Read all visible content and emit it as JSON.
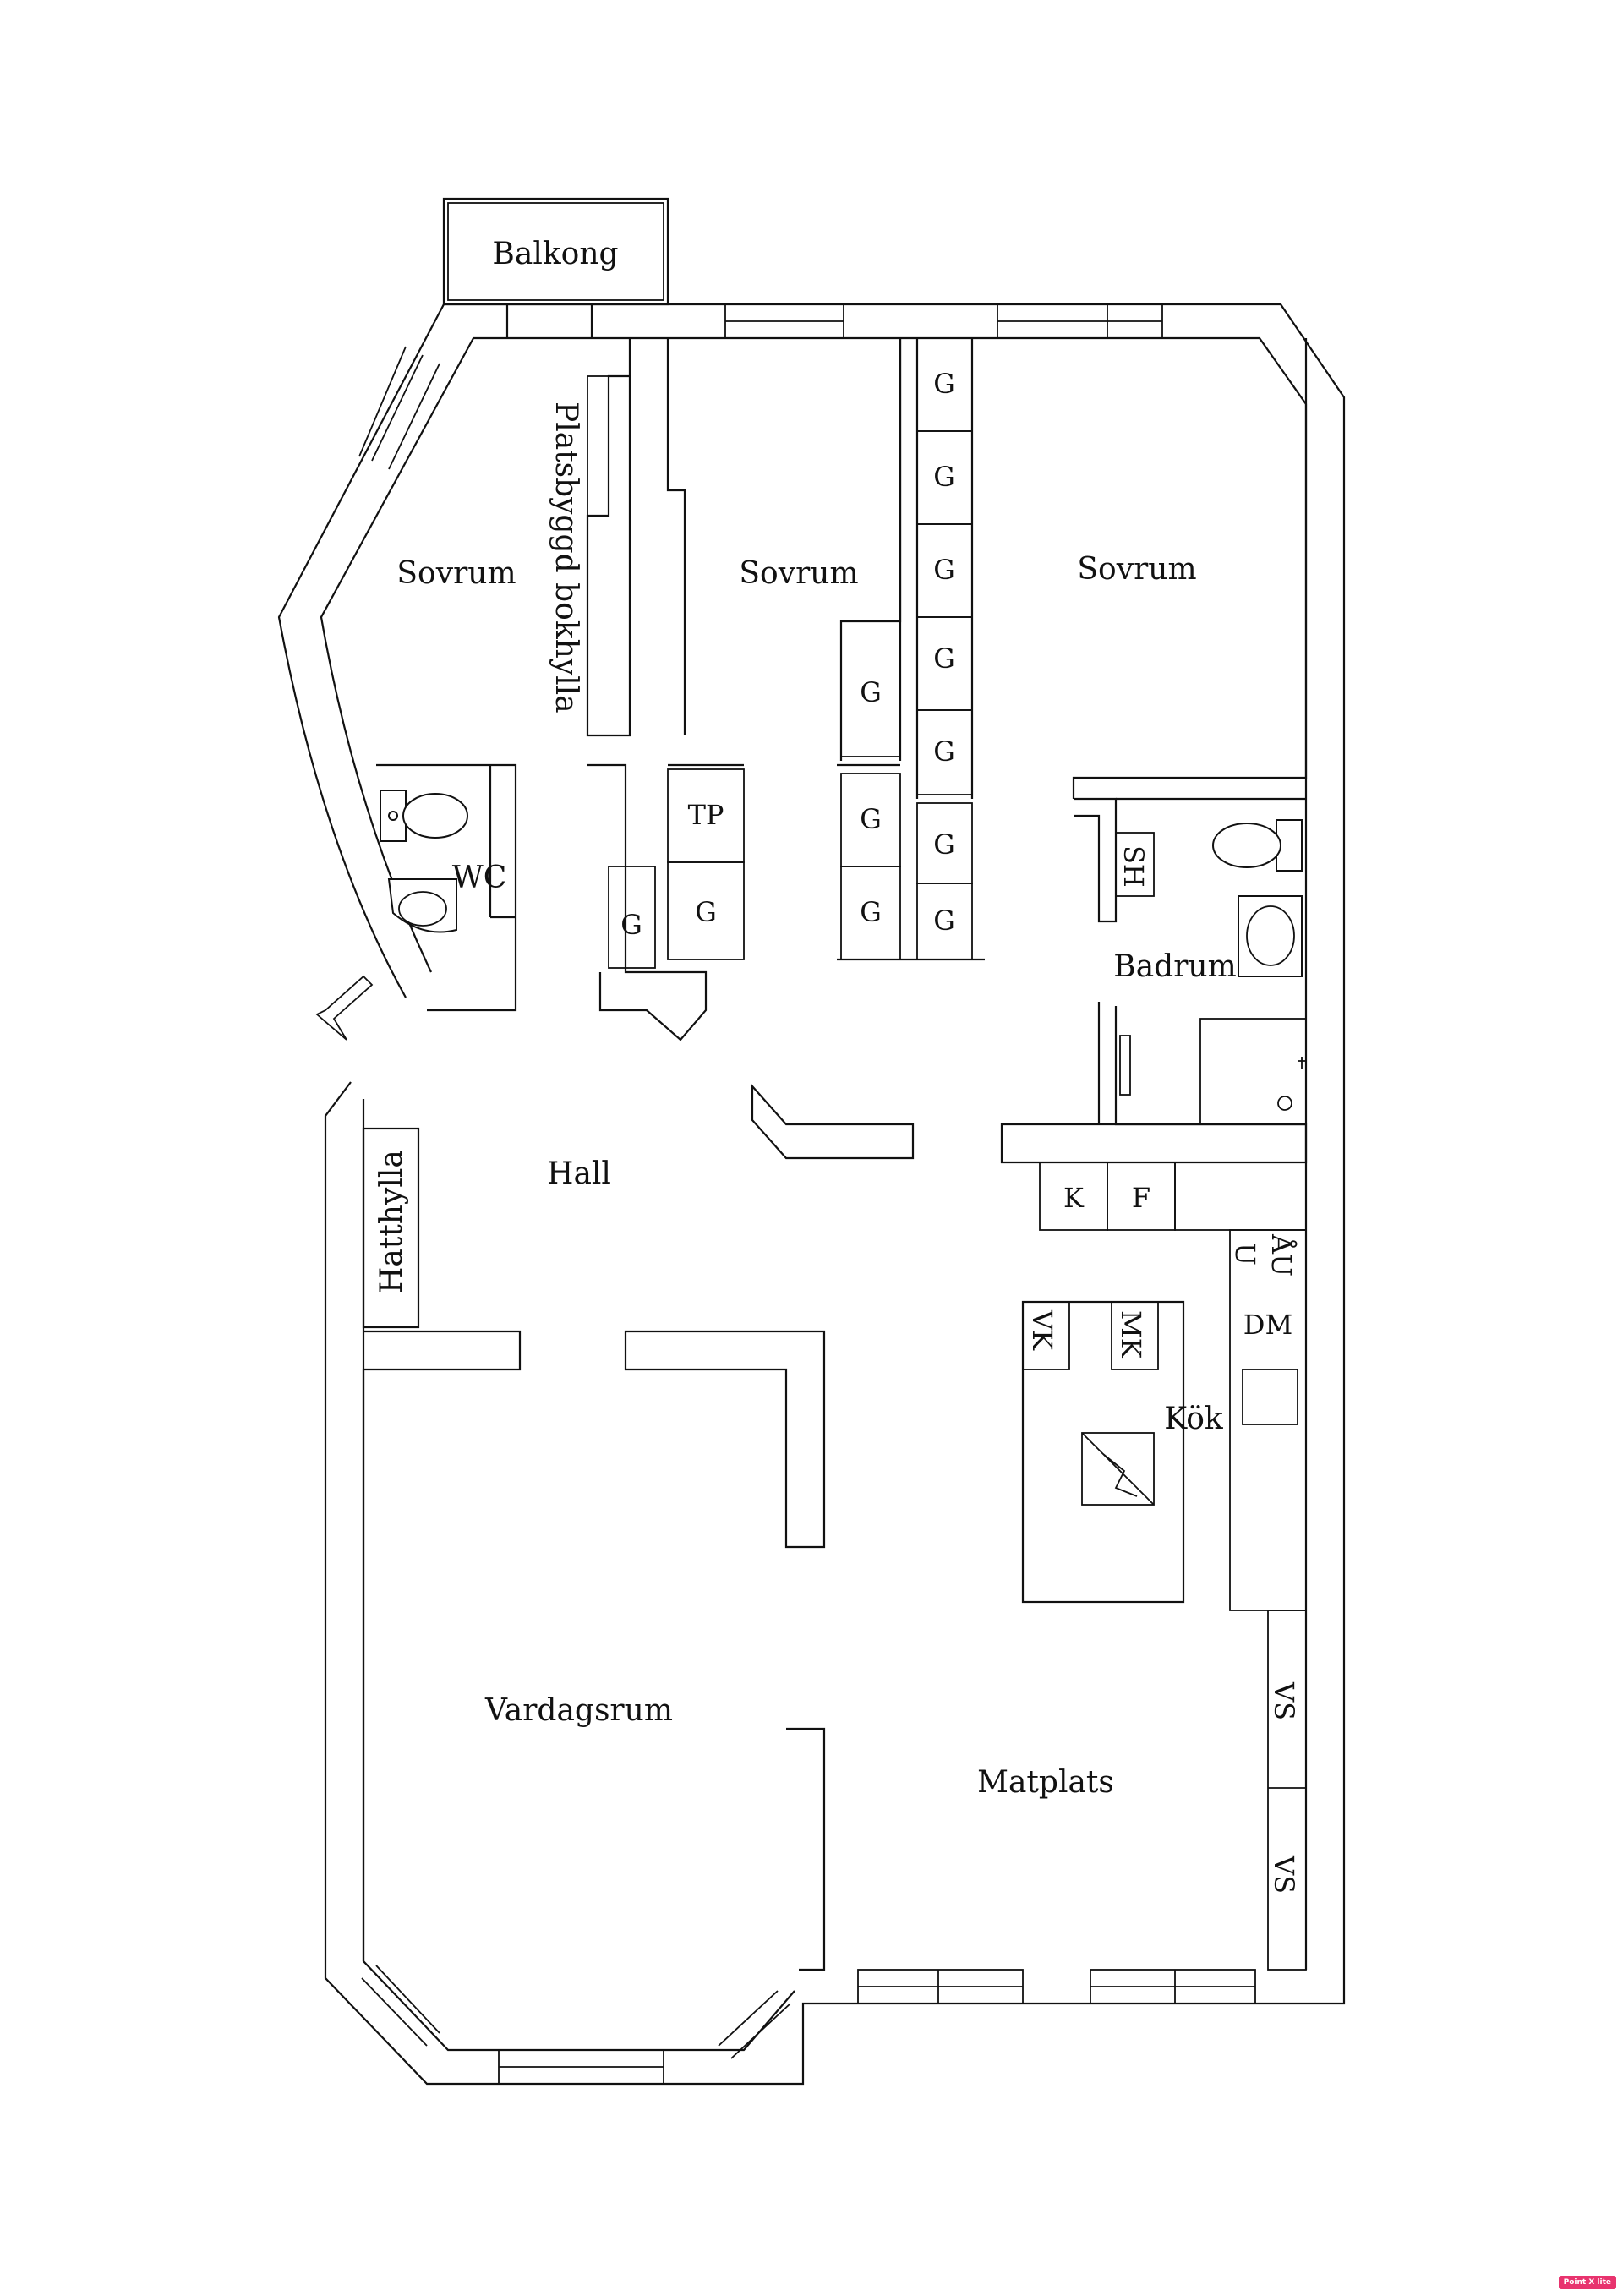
{
  "rooms": {
    "balcony": "Balkong",
    "bedroom_left": "Sovrum",
    "bedroom_middle": "Sovrum",
    "bedroom_right": "Sovrum",
    "bookshelf": "Platsbyggd bokhylla",
    "wc": "WC",
    "hall": "Hall",
    "hat_shelf": "Hatthylla",
    "bathroom": "Badrum",
    "kitchen": "Kök",
    "living_room": "Vardagsrum",
    "dining": "Matplats"
  },
  "fixtures": {
    "wardrobe": "G",
    "linen": "TP",
    "bath_cabinet": "SH",
    "fridge": "K",
    "freezer": "F",
    "oven_micro": "ÅU",
    "oven": "U",
    "dishwasher": "DM",
    "washer": "VK",
    "microwave": "MK",
    "radiator_cabinet": "VS"
  },
  "watermark": "Point X lite"
}
